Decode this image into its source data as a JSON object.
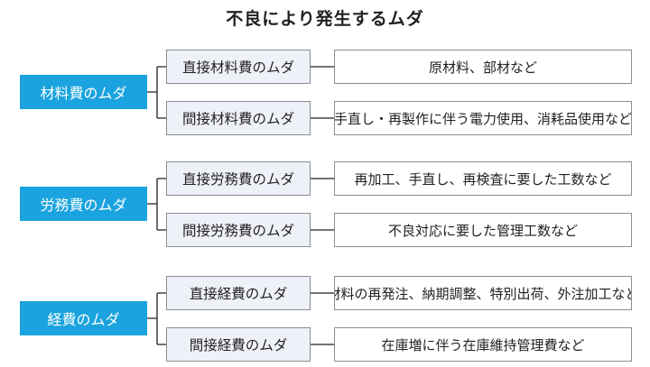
{
  "title": "不良により発生するムダ",
  "groups": [
    {
      "category": "材料費のムダ",
      "items": [
        {
          "label": "直接材料費のムダ",
          "desc": "原材料、部材など"
        },
        {
          "label": "間接材料費のムダ",
          "desc": "手直し・再製作に伴う電力使用、消耗品使用など"
        }
      ]
    },
    {
      "category": "労務費のムダ",
      "items": [
        {
          "label": "直接労務費のムダ",
          "desc": "再加工、手直し、再検査に要した工数など"
        },
        {
          "label": "間接労務費のムダ",
          "desc": "不良対応に要した管理工数など"
        }
      ]
    },
    {
      "category": "経費のムダ",
      "items": [
        {
          "label": "直接経費のムダ",
          "desc": "材料の再発注、納期調整、特別出荷、外注加工など"
        },
        {
          "label": "間接経費のムダ",
          "desc": "在庫増に伴う在庫維持管理費など"
        }
      ]
    }
  ],
  "colors": {
    "category_fill": "#1aa3de",
    "sub_fill": "#eef1f8",
    "border": "#8a8d92"
  }
}
